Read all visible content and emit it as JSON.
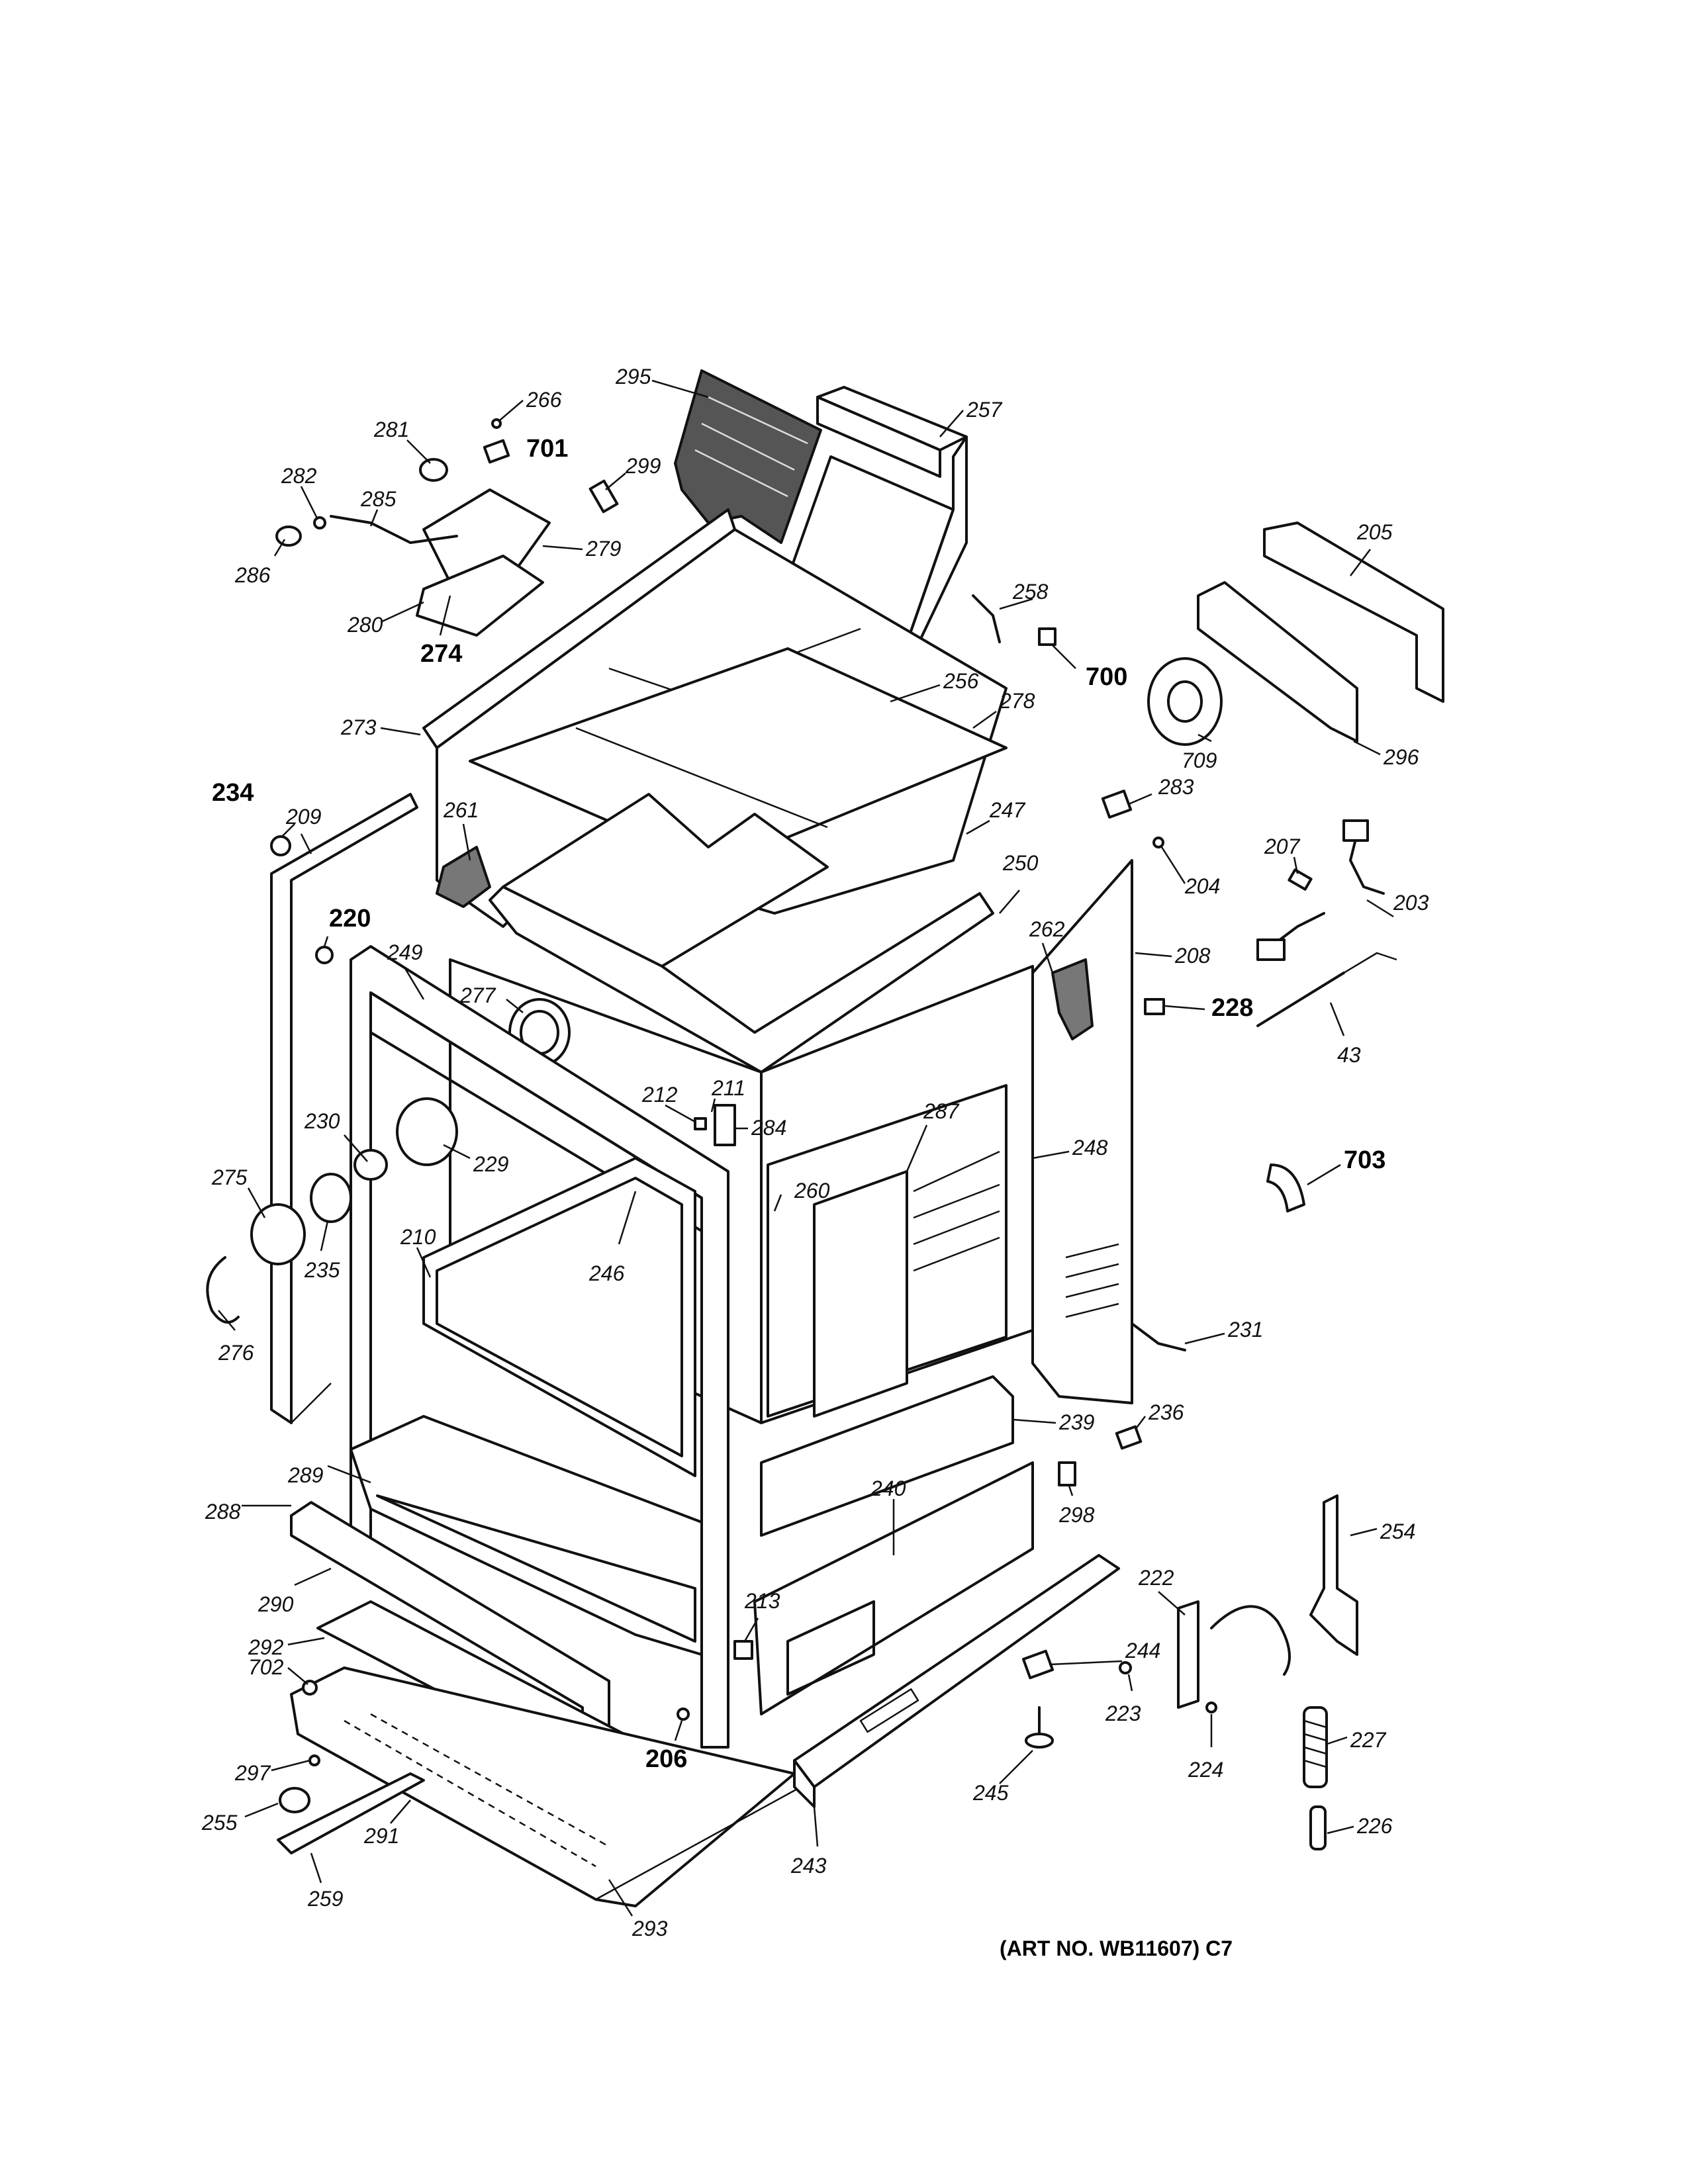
{
  "caption": "(ART NO. WB11607) C7",
  "labels": {
    "l295": "295",
    "l257": "257",
    "l266": "266",
    "l281": "281",
    "l701": "701",
    "l299": "299",
    "l282": "282",
    "l285": "285",
    "l279": "279",
    "l286": "286",
    "l280": "280",
    "l274": "274",
    "l258": "258",
    "l205": "205",
    "l700": "700",
    "l256": "256",
    "l278": "278",
    "l709": "709",
    "l296": "296",
    "l273": "273",
    "l234": "234",
    "l209": "209",
    "l261": "261",
    "l247": "247",
    "l283": "283",
    "l204": "204",
    "l250": "250",
    "l207": "207",
    "l203": "203",
    "l220": "220",
    "l262": "262",
    "l208": "208",
    "l228": "228",
    "l249": "249",
    "l277": "277",
    "l43": "43",
    "l212": "212",
    "l211": "211",
    "l284": "284",
    "l230": "230",
    "l229": "229",
    "l287": "287",
    "l248": "248",
    "l703": "703",
    "l275": "275",
    "l260": "260",
    "l235": "235",
    "l210": "210",
    "l246": "246",
    "l276": "276",
    "l231": "231",
    "l239": "239",
    "l236": "236",
    "l289": "289",
    "l298": "298",
    "l288": "288",
    "l240": "240",
    "l254": "254",
    "l290": "290",
    "l213": "213",
    "l222": "222",
    "l292": "292",
    "l244": "244",
    "l702": "702",
    "l223": "223",
    "l206": "206",
    "l227": "227",
    "l224": "224",
    "l297": "297",
    "l245": "245",
    "l255": "255",
    "l291": "291",
    "l243": "243",
    "l226": "226",
    "l259": "259",
    "l293": "293"
  }
}
